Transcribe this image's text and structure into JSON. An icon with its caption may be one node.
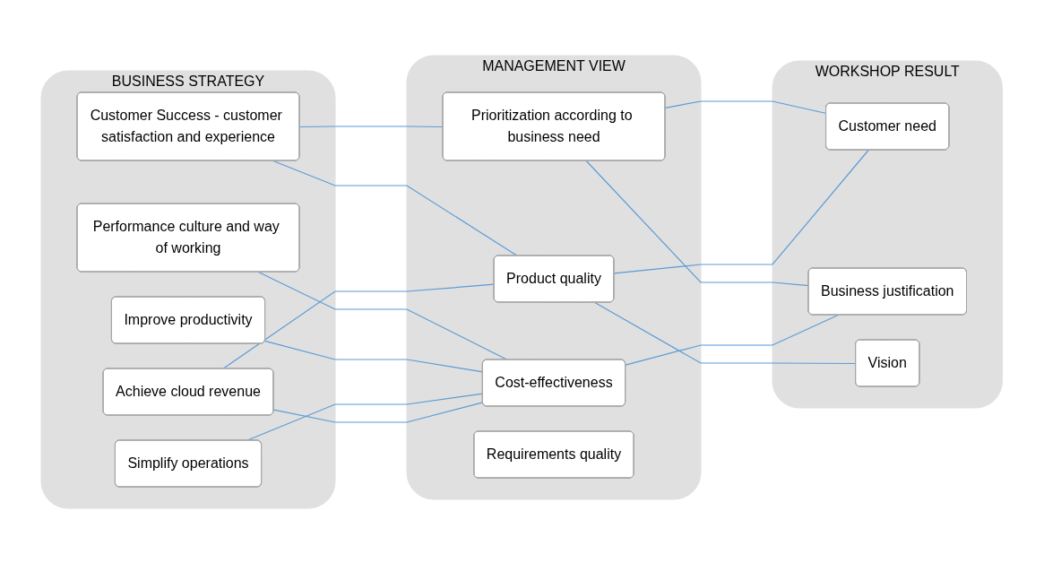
{
  "diagram": {
    "nodes": [
      {
        "text": [
          "BUSINESS STRATEGY"
        ]
      },
      {
        "text": [
          "Achieve cloud revenue"
        ],
        "in": 0
      },
      {
        "text": [
          "Simplify operations"
        ],
        "in": 0
      },
      {
        "text": [
          "Improve productivity"
        ],
        "in": 0
      },
      {
        "text": [
          "Customer Success - customer satisfaction and experience"
        ],
        "in": 0
      },
      {
        "text": [
          "Performance culture and way of working"
        ],
        "in": 0
      },
      {
        "text": [
          "MANAGEMENT VIEW"
        ]
      },
      {
        "text": [
          "Product quality"
        ],
        "in": 6
      },
      {
        "text": [
          "Requirements quality"
        ],
        "in": 6
      },
      {
        "text": [
          "Cost-effectiveness"
        ],
        "in": 6
      },
      {
        "text": [
          "Prioritization according to business need"
        ],
        "in": 6
      },
      {
        "text": [
          "WORKSHOP RESULT"
        ]
      },
      {
        "text": [
          "Customer need"
        ],
        "in": 11
      },
      {
        "text": [
          "Business justification"
        ],
        "in": 11
      },
      {
        "text": [
          "Vision"
        ],
        "in": 11
      }
    ],
    "edges": [
      {
        "from": 1,
        "to": 7,
        "arrow": "none"
      },
      {
        "from": 1,
        "to": 9,
        "arrow": "none"
      },
      {
        "from": 2,
        "to": 9,
        "arrow": "none"
      },
      {
        "from": 3,
        "to": 9,
        "arrow": "none"
      },
      {
        "from": 4,
        "to": 7,
        "arrow": "none"
      },
      {
        "from": 4,
        "to": 10,
        "arrow": "none"
      },
      {
        "from": 5,
        "to": 9,
        "arrow": "none"
      },
      {
        "from": 7,
        "to": 12,
        "arrow": "none"
      },
      {
        "from": 7,
        "to": 14,
        "arrow": "none"
      },
      {
        "from": 9,
        "to": 13,
        "arrow": "none"
      },
      {
        "from": 10,
        "to": 12,
        "arrow": "none"
      },
      {
        "from": 10,
        "to": 13,
        "arrow": "none"
      }
    ]
  }
}
